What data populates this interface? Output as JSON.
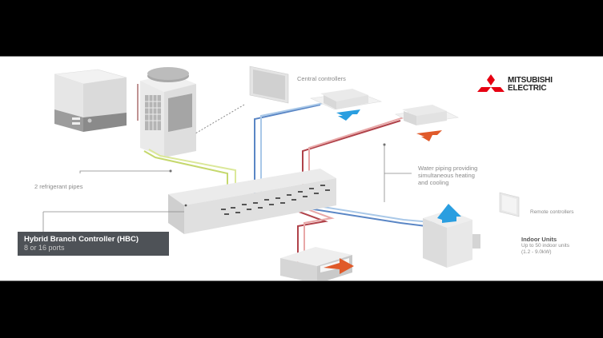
{
  "brand": {
    "name_line1": "MITSUBISHI",
    "name_line2": "ELECTRIC",
    "logo_color": "#e60012"
  },
  "labels": {
    "central_controllers": "Central controllers",
    "refrigerant_pipes": "2 refrigerant pipes",
    "water_piping_line1": "Water piping providing",
    "water_piping_line2": "simultaneous heating",
    "water_piping_line3": "and cooling",
    "remote_controllers": "Remote controllers",
    "indoor_units_title": "Indoor Units",
    "indoor_units_line1": "Up to 50 indoor units",
    "indoor_units_line2": "(1.2 - 9.0kW)"
  },
  "hbc": {
    "title": "Hybrid Branch Controller (HBC)",
    "subtitle": "8 or 16 ports"
  },
  "colors": {
    "refrigerant_pipe": "#c5d86d",
    "cold_pipe": "#5a86c5",
    "cold_pipe_light": "#a9c8e8",
    "hot_pipe": "#b0424a",
    "hot_pipe_light": "#e8a7a7",
    "cool_arrow": "#2a9ee0",
    "heat_arrow": "#e05a2a",
    "unit_light": "#ececec",
    "unit_mid": "#d6d6d6",
    "unit_dark": "#8e8e8e",
    "label_box": "#4e5257"
  }
}
